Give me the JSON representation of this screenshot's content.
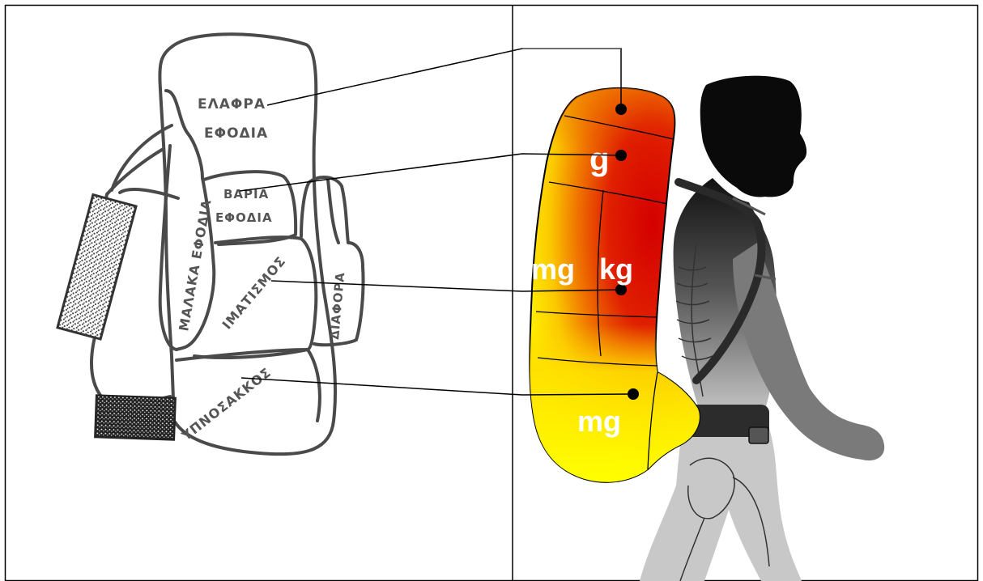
{
  "left_panel": {
    "labels": {
      "light_gear": [
        "ΕΛΑΦΡΑ",
        "ΕΦΟΔΙΑ"
      ],
      "heavy_gear": [
        "ΒΑΡΙΑ",
        "ΕΦΟΔΙΑ"
      ],
      "soft_gear": "ΜΑΛΑΚΑ ΕΦΟΔΙΑ",
      "clothing": "ΙΜΑΤΙΣΜΟΣ",
      "misc": "ΔΙΑΦΟΡΑ",
      "sleeping_bag": "ΥΠΝΟΣΑΚΚΟΣ"
    }
  },
  "right_panel": {
    "zone_labels": {
      "top_zone": "g",
      "middle_outer": "mg",
      "middle_inner": "kg",
      "bottom_zone": "mg"
    },
    "colors": {
      "hot": "#d40000",
      "warm": "#f07800",
      "light": "#ffee00"
    }
  }
}
